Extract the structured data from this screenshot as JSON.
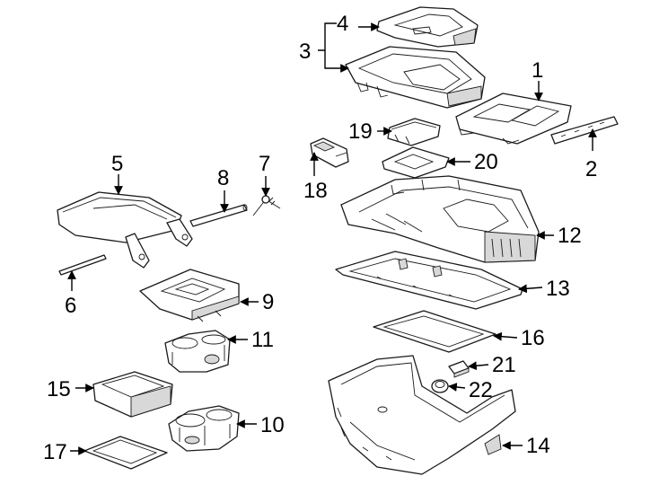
{
  "diagram": {
    "callouts": {
      "c1": "1",
      "c2": "2",
      "c3": "3",
      "c4": "4",
      "c5": "5",
      "c6": "6",
      "c7": "7",
      "c8": "8",
      "c9": "9",
      "c10": "10",
      "c11": "11",
      "c12": "12",
      "c13": "13",
      "c14": "14",
      "c15": "15",
      "c16": "16",
      "c17": "17",
      "c18": "18",
      "c19": "19",
      "c20": "20",
      "c21": "21",
      "c22": "22"
    },
    "colors": {
      "line": "#1a1a1a",
      "background": "#ffffff",
      "shade": "#d8d8d8"
    }
  }
}
